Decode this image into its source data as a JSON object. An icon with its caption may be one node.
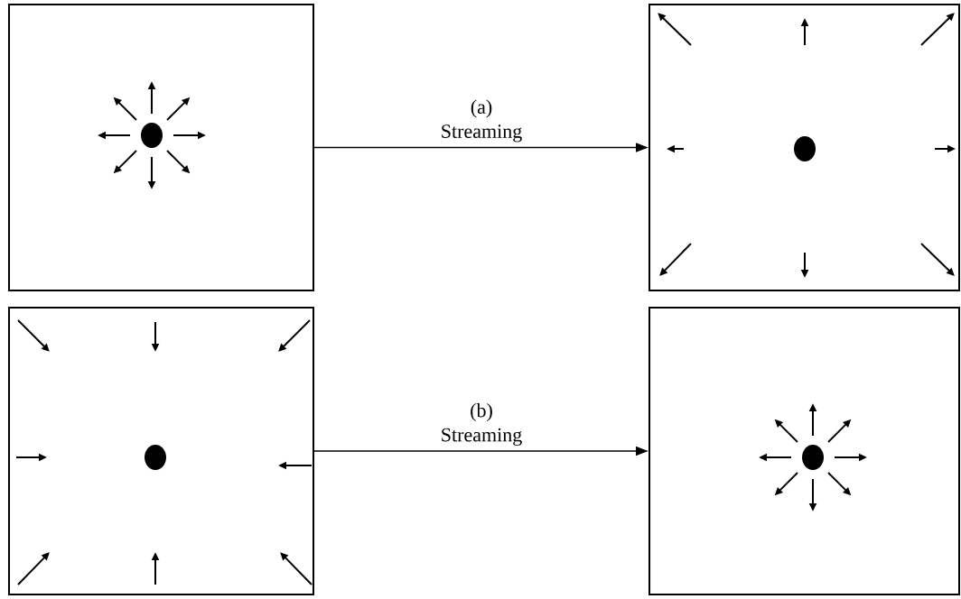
{
  "diagram": {
    "nodes": [
      {
        "text": [],
        "shape": "box"
      },
      {
        "text": [],
        "shape": "box"
      },
      {
        "text": [],
        "shape": "box"
      },
      {
        "text": [],
        "shape": "box"
      }
    ],
    "edges": [
      {
        "from": 0,
        "to": 1,
        "arrow": "to",
        "label": "(a) Streaming"
      },
      {
        "from": 2,
        "to": 3,
        "arrow": "to",
        "label": "(b) Streaming"
      }
    ]
  }
}
